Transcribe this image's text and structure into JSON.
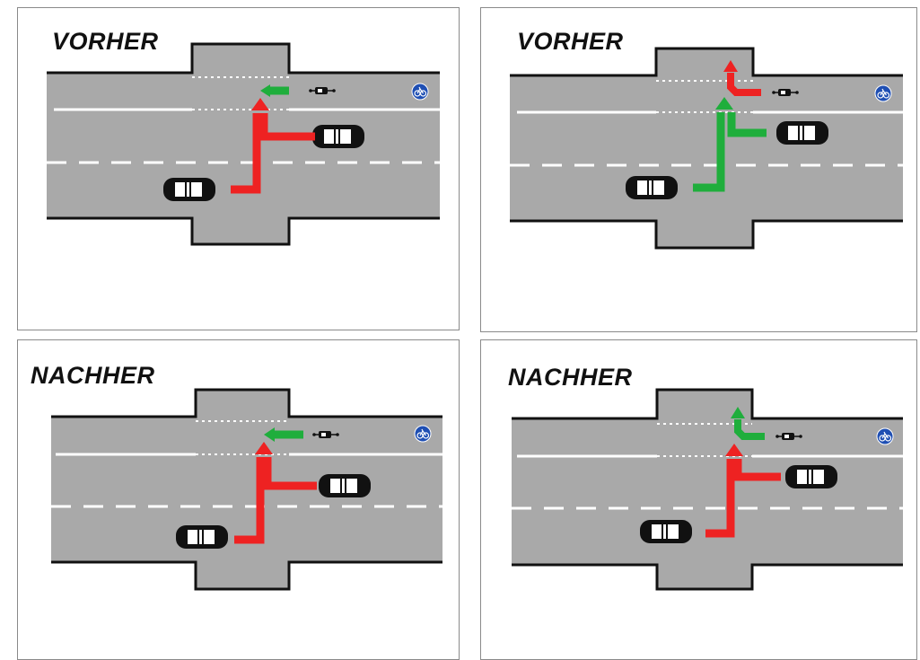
{
  "panels": [
    {
      "title": "VORHER",
      "left_turn_color": "#ee2222",
      "straight_color": "#ee2222",
      "bicycle_color": "#1fae3c"
    },
    {
      "title": "VORHER",
      "left_turn_color": "#1fae3c",
      "straight_color": "#1fae3c",
      "bicycle_color": "#ee2222"
    },
    {
      "title": "NACHHER",
      "left_turn_color": "#ee2222",
      "straight_color": "#ee2222",
      "bicycle_color": "#1fae3c"
    },
    {
      "title": "NACHHER",
      "left_turn_color": "#ee2222",
      "straight_color": "#ee2222",
      "bicycle_color": "#1fae3c"
    }
  ],
  "colors": {
    "road": "#a9a9a9",
    "marking": "#ffffff",
    "edge": "#111111",
    "car_body": "#111111",
    "bike_sign": "#1f4fb3"
  },
  "icons": {
    "bike_sign": "bicycle-lane-sign-icon",
    "car": "car-icon",
    "bicycle": "bicycle-icon"
  }
}
